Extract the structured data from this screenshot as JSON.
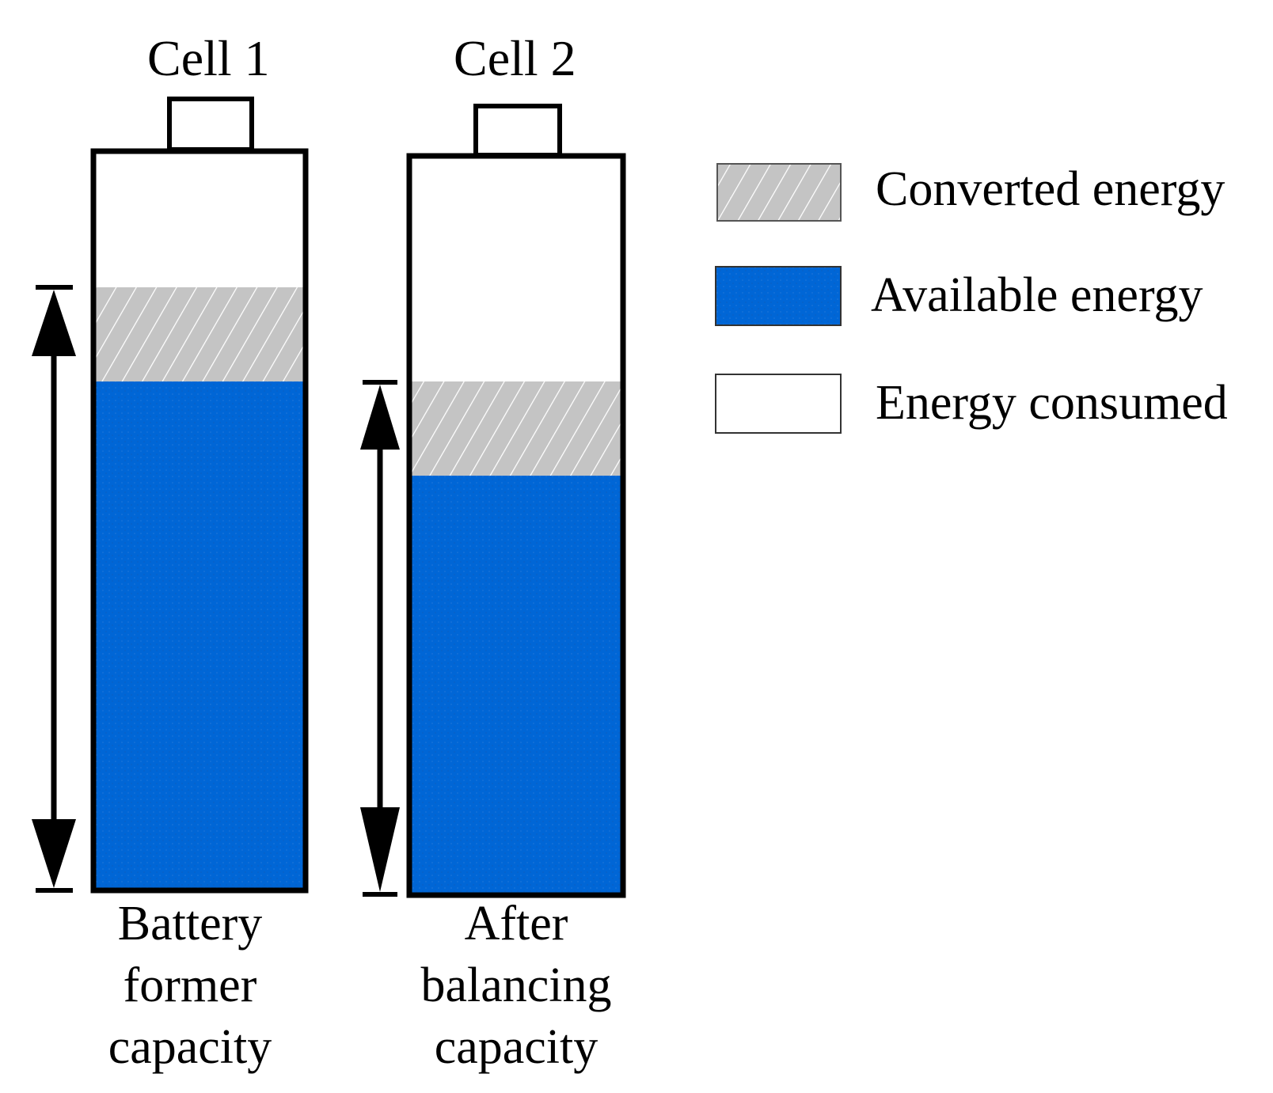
{
  "cells": [
    {
      "title": "Cell 1",
      "caption": [
        "Battery",
        "former",
        "capacity"
      ]
    },
    {
      "title": "Cell 2",
      "caption": [
        "After",
        "balancing",
        "capacity"
      ]
    }
  ],
  "legend": [
    {
      "label": "Converted energy",
      "swatch": "hatched-gray"
    },
    {
      "label": "Available energy",
      "swatch": "blue"
    },
    {
      "label": "Energy consumed",
      "swatch": "white"
    }
  ],
  "colors": {
    "available": "#0066d6",
    "converted": "#c4c4c4",
    "consumed": "#ffffff",
    "outline": "#000000"
  }
}
